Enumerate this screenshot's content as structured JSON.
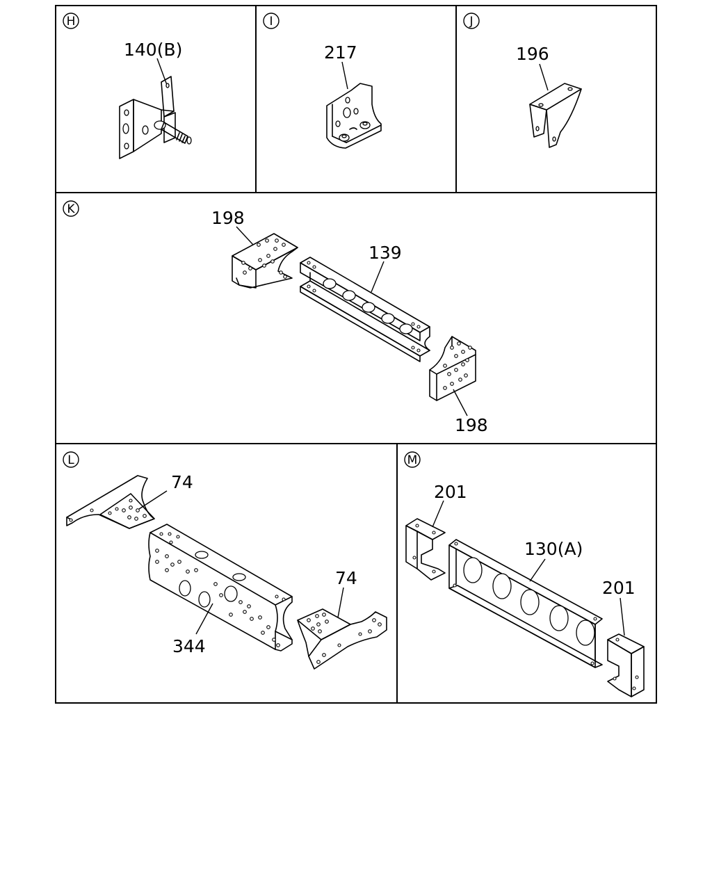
{
  "panels": {
    "H": {
      "letter": "H",
      "labels": [
        "140(B)"
      ]
    },
    "I": {
      "letter": "I",
      "labels": [
        "217"
      ]
    },
    "J": {
      "letter": "J",
      "labels": [
        "196"
      ]
    },
    "K": {
      "letter": "K",
      "labels": [
        "198",
        "139",
        "198"
      ]
    },
    "L": {
      "letter": "L",
      "labels": [
        "74",
        "74",
        "344"
      ]
    },
    "M": {
      "letter": "M",
      "labels": [
        "201",
        "130(A)",
        "201"
      ]
    }
  }
}
